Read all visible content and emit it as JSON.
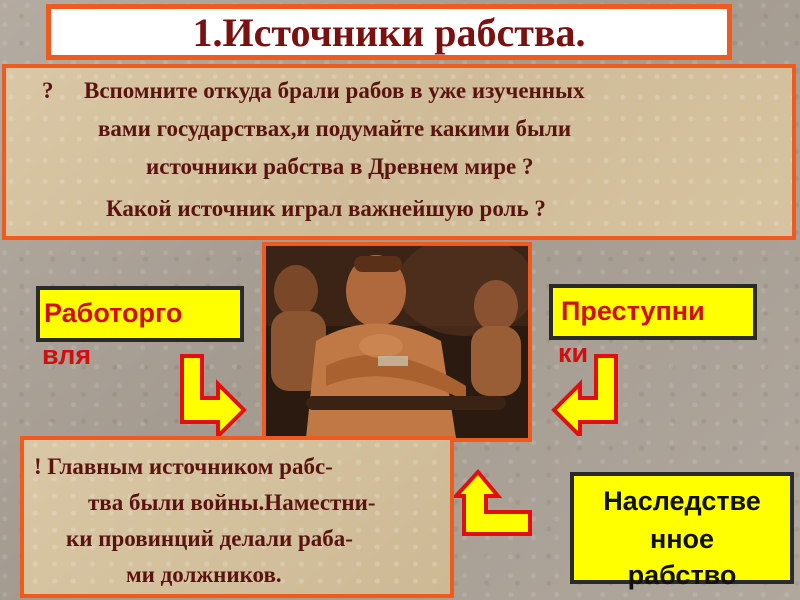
{
  "title": "1.Источники рабства.",
  "question": {
    "mark": "?",
    "line1": "Вспомните откуда брали рабов в уже изученных",
    "line2": "вами государствах,и подумайте какими были",
    "line3": "источники рабства в Древнем мире   ?",
    "line4": "Какой источник играл важнейшую роль ?"
  },
  "left_label": {
    "part1": "Работорго",
    "part2": "вля"
  },
  "right_label": {
    "part1": "Преступни",
    "part2": "ки"
  },
  "answer": {
    "line1": "! Главным источником рабс-",
    "line2": "тва были войны.Наместни-",
    "line3": "ки провинций делали раба-",
    "line4": "ми должников."
  },
  "heir_label": {
    "line1": "Наследстве",
    "line2": "нное",
    "line3": "рабство"
  },
  "colors": {
    "accent_border": "#ef5a1e",
    "title_text": "#7a1010",
    "label_bg": "#ffff00",
    "label_text": "#d01010",
    "arrow_fill": "#ffff00",
    "arrow_stroke": "#e01010"
  }
}
